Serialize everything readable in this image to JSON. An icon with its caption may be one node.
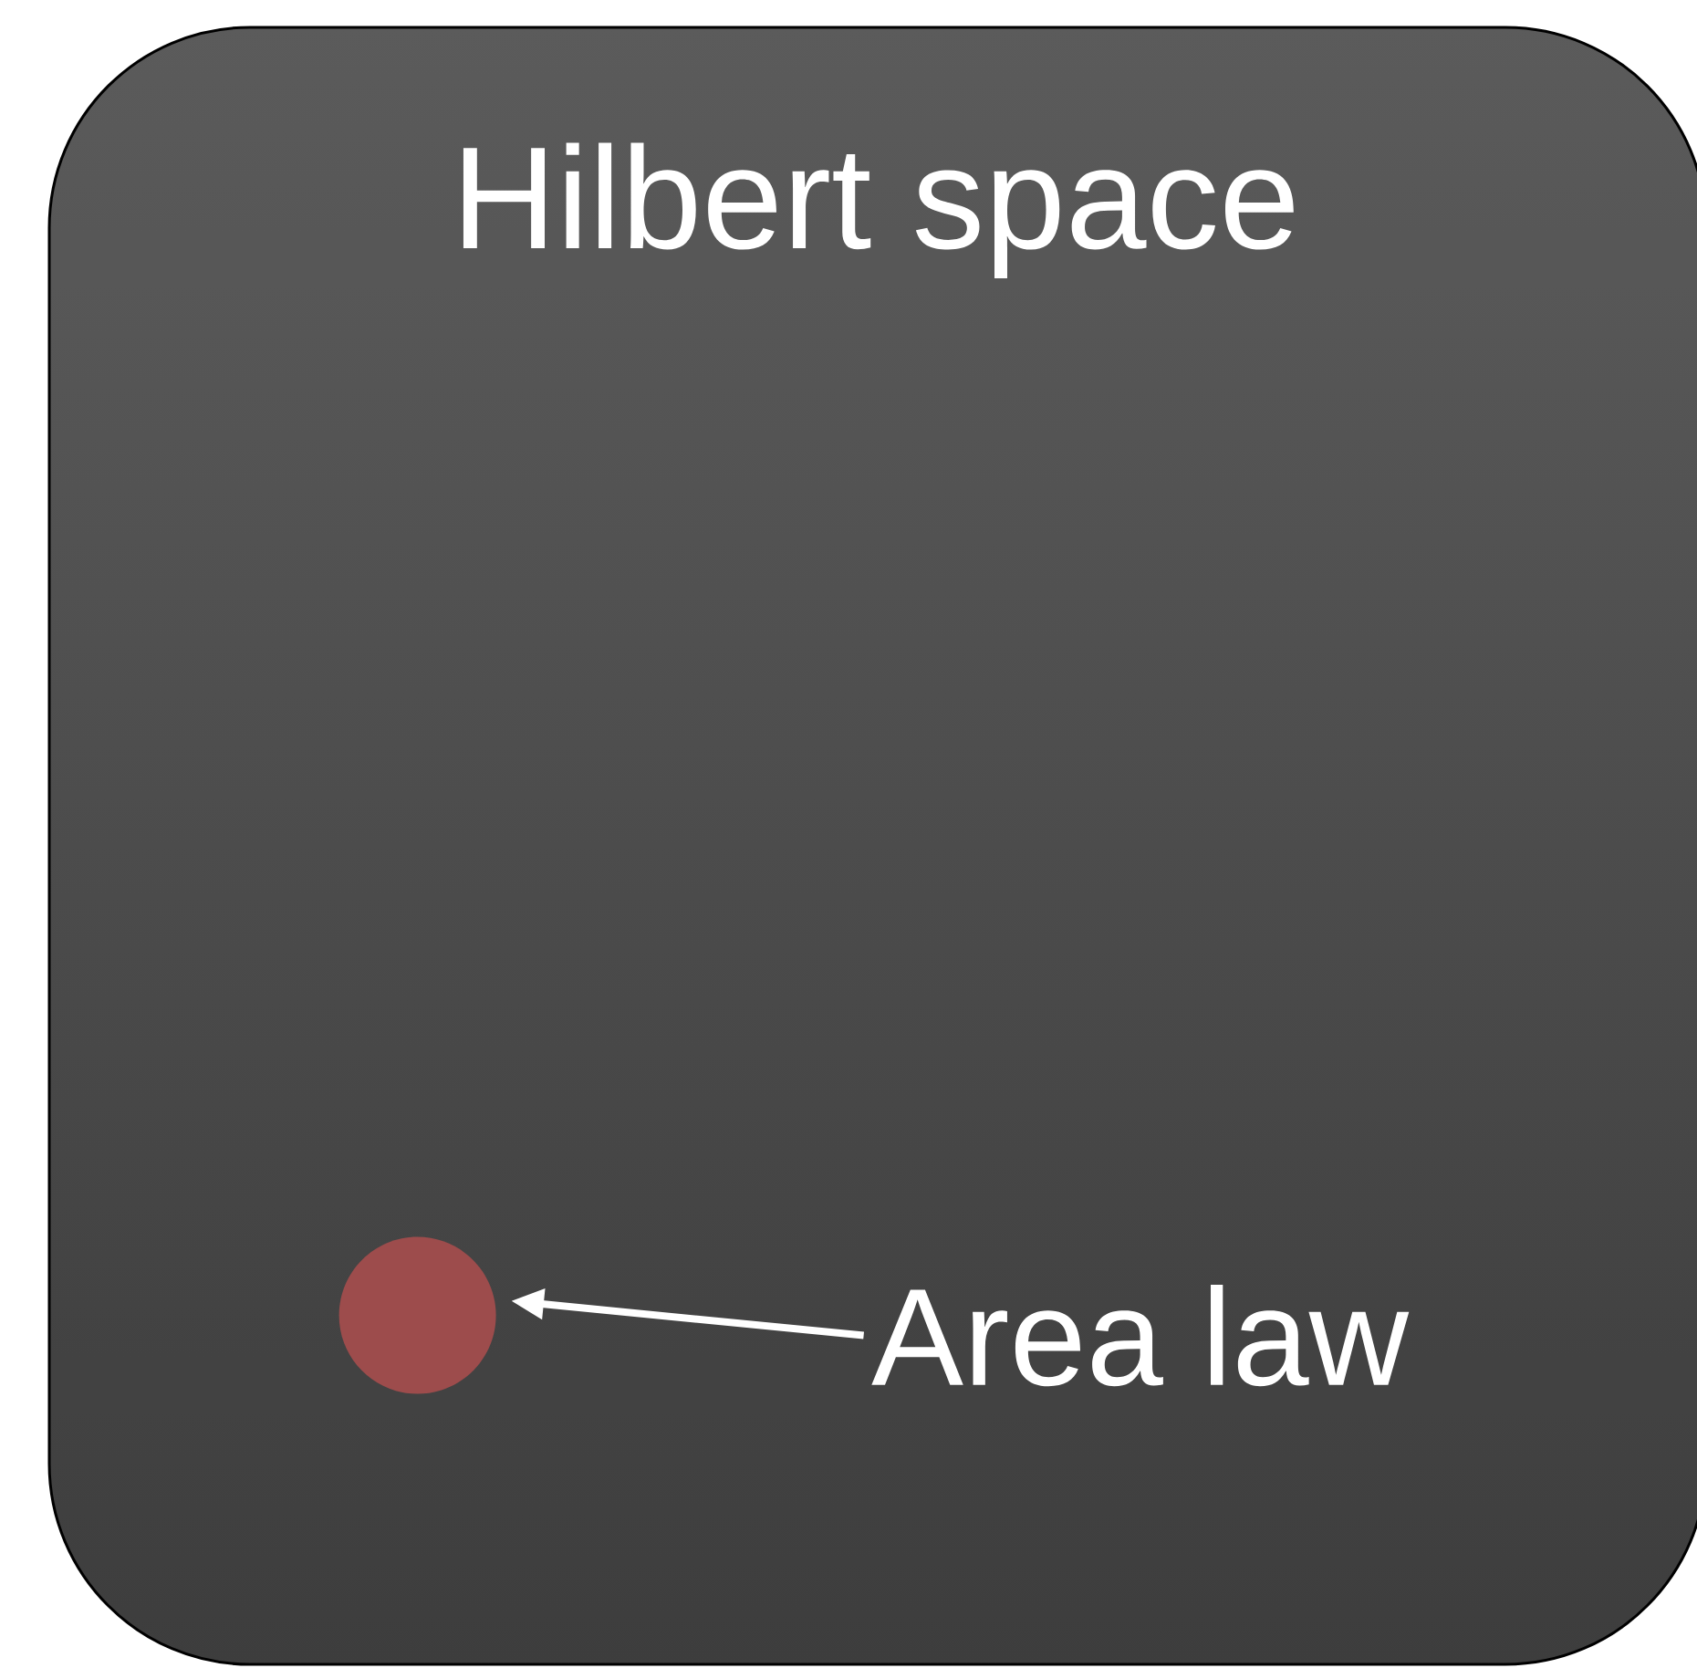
{
  "diagram": {
    "nodes": [
      {
        "text": [
          "Hilbert space"
        ]
      },
      {
        "text": [],
        "shape": "circle",
        "in": 0
      },
      {
        "text": [
          "Area law"
        ],
        "in": 0
      }
    ],
    "edges": [
      {
        "from": 2,
        "to": 1,
        "arrow": "to"
      }
    ]
  }
}
